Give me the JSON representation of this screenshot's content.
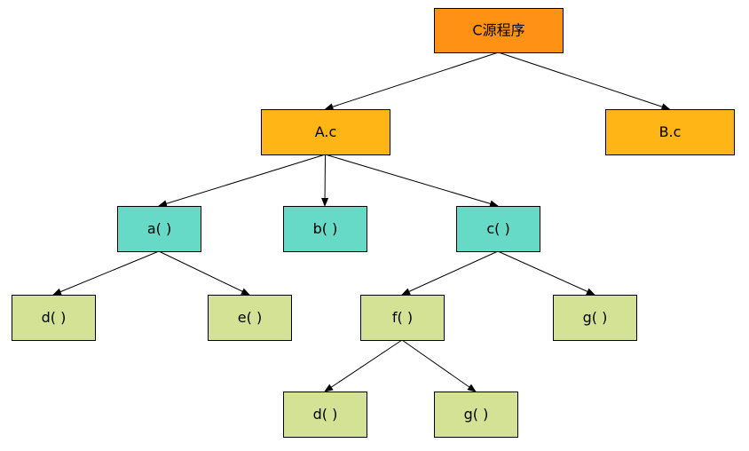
{
  "colors": {
    "root": "#FF9215",
    "file": "#FFB515",
    "function": "#66D9C7",
    "callee": "#D4E296",
    "border": "#000000",
    "edge": "#000000"
  },
  "nodes": [
    {
      "id": "root",
      "label": "C源程序",
      "kind": "root"
    },
    {
      "id": "a_c",
      "label": "A.c",
      "kind": "file"
    },
    {
      "id": "b_c",
      "label": "B.c",
      "kind": "file"
    },
    {
      "id": "fn_a",
      "label": "a( )",
      "kind": "function"
    },
    {
      "id": "fn_b",
      "label": "b( )",
      "kind": "function"
    },
    {
      "id": "fn_c",
      "label": "c( )",
      "kind": "function"
    },
    {
      "id": "fn_d1",
      "label": "d( )",
      "kind": "callee"
    },
    {
      "id": "fn_e",
      "label": "e( )",
      "kind": "callee"
    },
    {
      "id": "fn_f",
      "label": "f( )",
      "kind": "callee"
    },
    {
      "id": "fn_g1",
      "label": "g( )",
      "kind": "callee"
    },
    {
      "id": "fn_d2",
      "label": "d( )",
      "kind": "callee"
    },
    {
      "id": "fn_g2",
      "label": "g( )",
      "kind": "callee"
    }
  ],
  "edges": [
    {
      "from": "root",
      "to": "a_c"
    },
    {
      "from": "root",
      "to": "b_c"
    },
    {
      "from": "a_c",
      "to": "fn_a"
    },
    {
      "from": "a_c",
      "to": "fn_b"
    },
    {
      "from": "a_c",
      "to": "fn_c"
    },
    {
      "from": "fn_a",
      "to": "fn_d1"
    },
    {
      "from": "fn_a",
      "to": "fn_e"
    },
    {
      "from": "fn_c",
      "to": "fn_f"
    },
    {
      "from": "fn_c",
      "to": "fn_g1"
    },
    {
      "from": "fn_f",
      "to": "fn_d2"
    },
    {
      "from": "fn_f",
      "to": "fn_g2"
    }
  ]
}
